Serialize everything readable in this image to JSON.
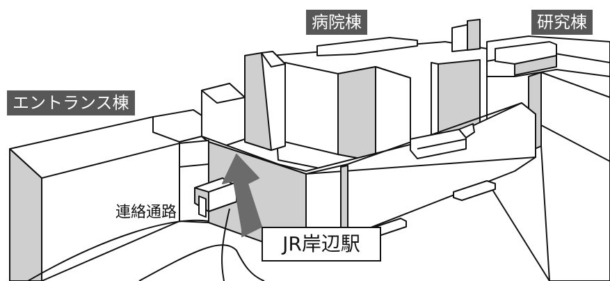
{
  "labels": {
    "hospital_building": "病院棟",
    "research_building": "研究棟",
    "entrance_building": "エントランス棟",
    "connecting_passage": "連絡通路",
    "station": "JR岸辺駅"
  },
  "colors": {
    "label_background": "#575757",
    "label_text": "#ffffff",
    "wall_shade": "#cfcfcf",
    "arrow": "#6b6b6b",
    "outline": "#111111"
  },
  "icons": {
    "direction_arrow": "arrow-up-icon"
  }
}
